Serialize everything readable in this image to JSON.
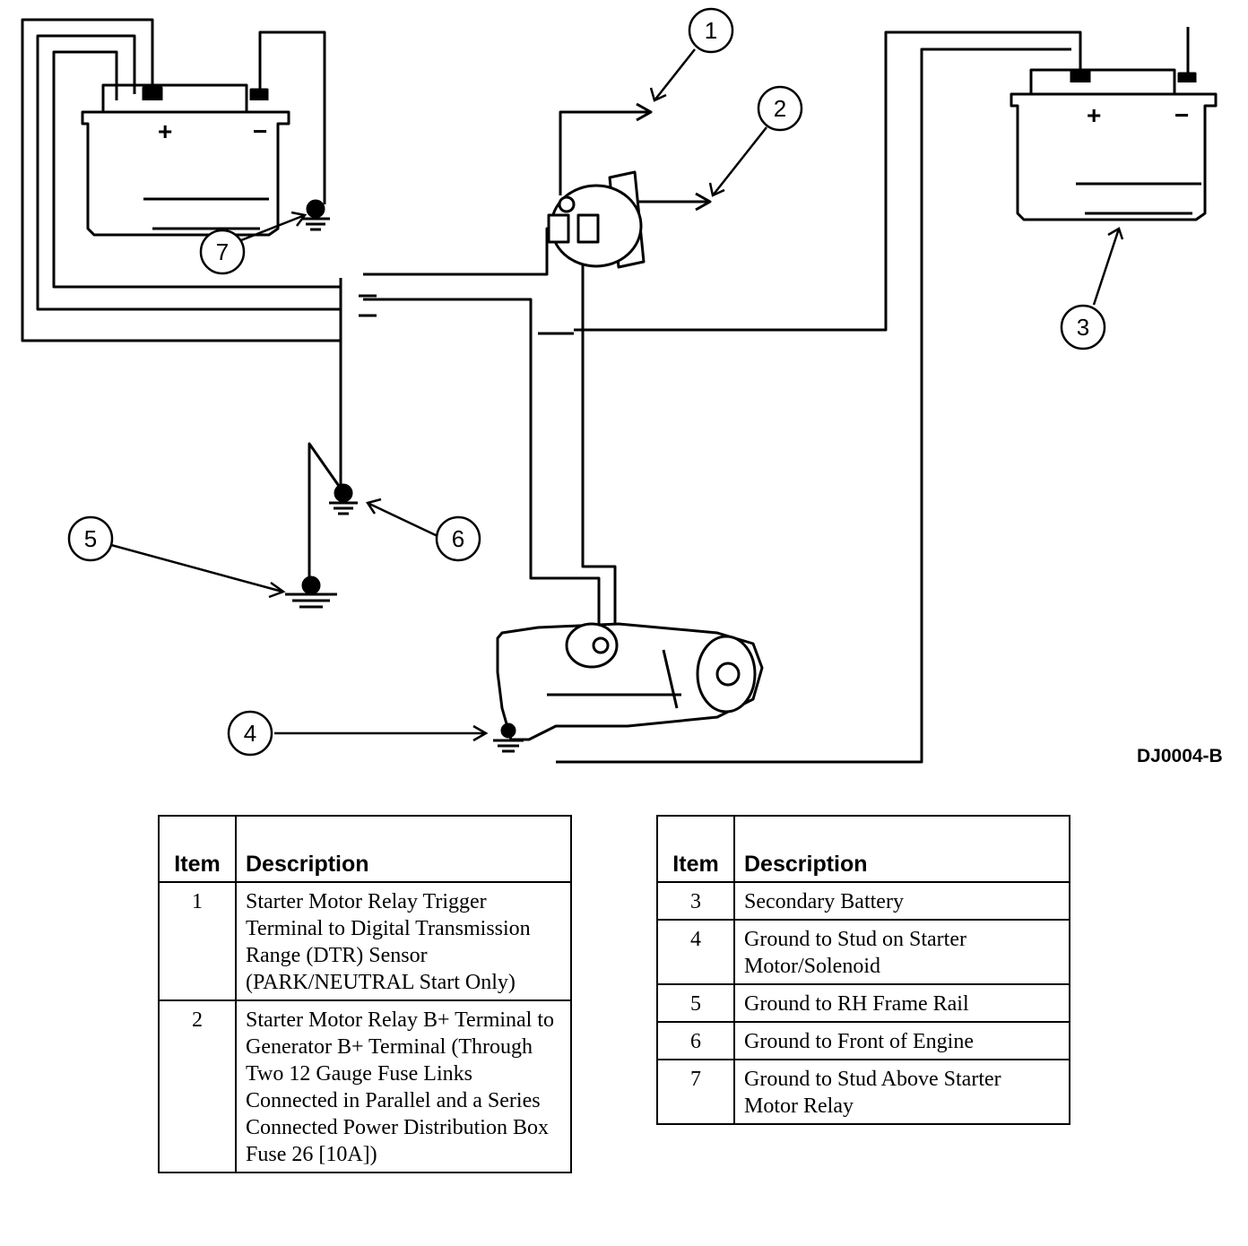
{
  "figure": {
    "id": "DJ0004-B",
    "callouts": [
      "1",
      "2",
      "3",
      "4",
      "5",
      "6",
      "7"
    ],
    "battery_positive": "+",
    "battery_negative": "−"
  },
  "legend": {
    "headers": {
      "item": "Item",
      "description": "Description"
    },
    "left_rows": [
      {
        "item": "1",
        "description": "Starter Motor Relay Trigger Terminal to Digital Transmission Range (DTR) Sensor (PARK/NEUTRAL Start Only)"
      },
      {
        "item": "2",
        "description": "Starter Motor Relay B+ Terminal to Generator B+ Terminal (Through Two 12 Gauge Fuse Links Connected in Parallel and a Series Connected Power Distribution Box Fuse 26 [10A])"
      }
    ],
    "right_rows": [
      {
        "item": "3",
        "description": "Secondary Battery"
      },
      {
        "item": "4",
        "description": "Ground to Stud on Starter Motor/Solenoid"
      },
      {
        "item": "5",
        "description": "Ground to RH Frame Rail"
      },
      {
        "item": "6",
        "description": "Ground to Front of Engine"
      },
      {
        "item": "7",
        "description": "Ground to Stud Above Starter Motor Relay"
      }
    ]
  }
}
